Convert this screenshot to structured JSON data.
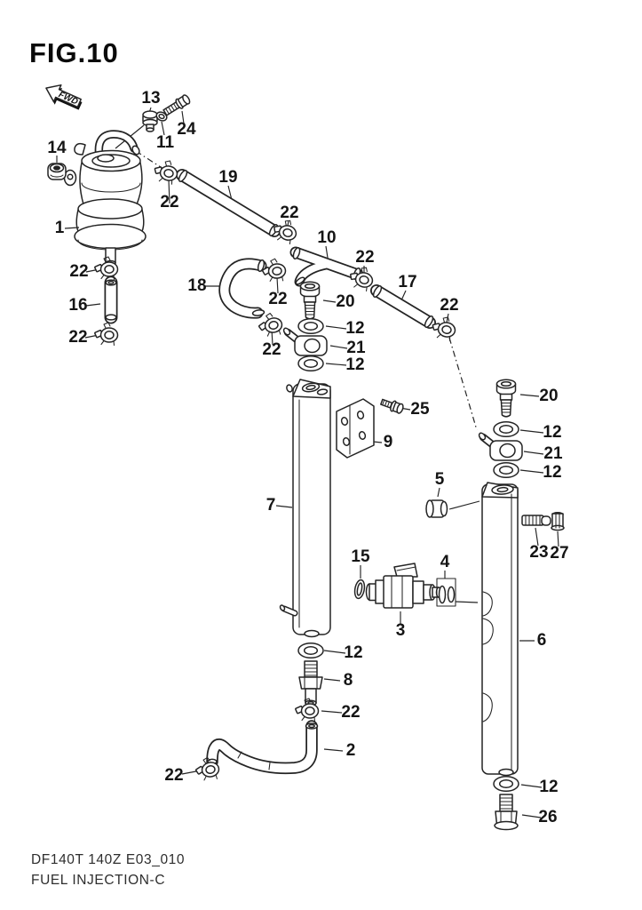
{
  "figure": {
    "title": "FIG.10",
    "direction_label": "FWD"
  },
  "footer": {
    "model_code": "DF140T 140Z E03_010",
    "figure_caption": "FUEL INJECTION-C"
  },
  "parts": {
    "1": "1",
    "2": "2",
    "3": "3",
    "4": "4",
    "5": "5",
    "6": "6",
    "7": "7",
    "8": "8",
    "9": "9",
    "10": "10",
    "11": "11",
    "12": "12",
    "13": "13",
    "14": "14",
    "15": "15",
    "16": "16",
    "17": "17",
    "18": "18",
    "19": "19",
    "20": "20",
    "21": "21",
    "22": "22",
    "23": "23",
    "24": "24",
    "25": "25",
    "26": "26",
    "27": "27"
  },
  "colors": {
    "line": "#242424",
    "text": "#151515",
    "background": "#ffffff"
  }
}
